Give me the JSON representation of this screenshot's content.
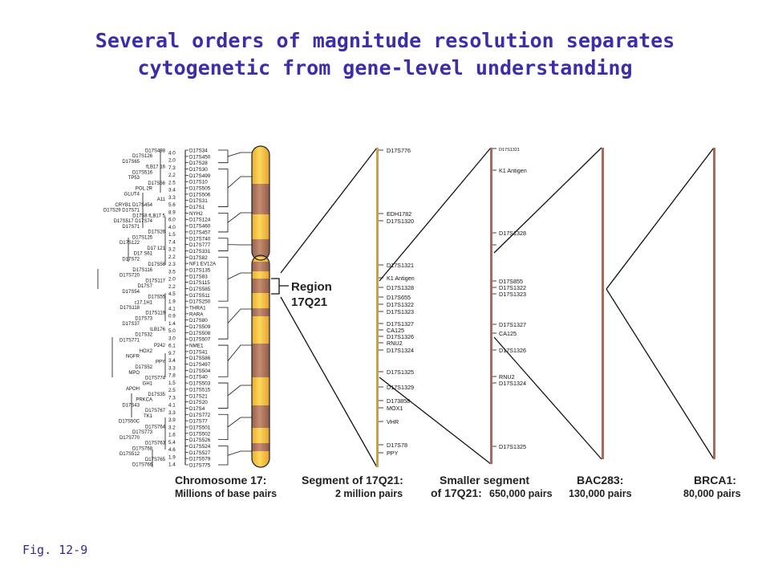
{
  "title": {
    "line1": "Several orders of magnitude resolution separates",
    "line2": "cytogenetic from gene-level understanding"
  },
  "figure_label": "Fig. 12-9",
  "colors": {
    "title": "#3a2fa8",
    "band_light": "#f9d349",
    "band_dark": "#b57a5e",
    "segment": "#c8a24a",
    "bac": "#a86b5a"
  },
  "chromosome": {
    "caption_line1": "Chromosome 17:",
    "caption_line2": "Millions of base pairs",
    "region_line1": "Region",
    "region_line2": "17Q21",
    "markers": [
      "D17S34",
      "D17S450",
      "D17S28",
      "D17S30",
      "D17S499",
      "D17S10",
      "D17S505",
      "D17S506",
      "D17S31",
      "D17S1",
      "NYH2",
      "D17S124",
      "D17S460",
      "D17S457",
      "D17S740",
      "D17S777",
      "D17S331",
      "D17S82",
      "NF1 EV12A",
      "D17S135",
      "D17S83",
      "D17S115",
      "D17S585",
      "D17S511",
      "D17S250",
      "THRA1",
      "RARA",
      "D17S80",
      "D17S509",
      "D17S508",
      "D17S507",
      "NME1",
      "D17S41",
      "D17S586",
      "D17S497",
      "D17S504",
      "D17S40",
      "D17S503",
      "D17S515",
      "D17S21",
      "D17S20",
      "D17S4",
      "D17S772",
      "D17S77",
      "D17S501",
      "D17S502",
      "D17S526",
      "D17S524",
      "D17S527",
      "D17S579",
      "D17S775"
    ],
    "distances": [
      "4.0",
      "2.0",
      "7.3",
      "2.2",
      "2.5",
      "3.4",
      "3.3",
      "5.6",
      "8.9",
      "6.0",
      "4.0",
      "1.5",
      "7.4",
      "3.2",
      "2.2",
      "2.3",
      "3.5",
      "2.0",
      "2.2",
      "4.5",
      "1.9",
      "4.1",
      "0.9",
      "1.4",
      "5.0",
      "3.0",
      "6.1",
      "9.7",
      "3.4",
      "3.3",
      "7.8",
      "1.5",
      "2.5",
      "7.3",
      "4.1",
      "3.3",
      "3.9",
      "3.2",
      "1.6",
      "5.4",
      "4.6",
      "1.9",
      "1.4"
    ],
    "genes_left": [
      "D17S498",
      "D17S126",
      "D17S65",
      "fLB17 16",
      "D17S516",
      "TP53",
      "D17S66",
      "POL 2R",
      "GLUT4",
      "A11",
      "CRYB1 D17S454",
      "D17S29 D17S71",
      "D17S8 fLB17 5",
      "D17S517 D17S74",
      "D17S71",
      "D17S26",
      "D17S125",
      "D17S122",
      "D17 121",
      "D17 S61",
      "D17S72",
      "D17S56",
      "D17S116",
      "D17S720",
      "D17S117",
      "D17S7",
      "D17S54",
      "D17S55",
      "c17.1H1",
      "D17S118",
      "D17S119",
      "D17S73",
      "D17S37",
      "ILB176",
      "D17S32",
      "D17S771",
      "P242",
      "HOX2",
      "NGFR",
      "PPY",
      "D17S52",
      "MPO",
      "D17S774",
      "GH1",
      "APOH",
      "D17S35",
      "PRKCA",
      "D17S43",
      "D17S767",
      "TK1",
      "D17S50C",
      "D17S764",
      "D17S773",
      "D17S770",
      "D17S763",
      "D17S768",
      "D17S512",
      "D17S765",
      "D17S766"
    ]
  },
  "segment": {
    "caption_line1": "Segment of 17Q21:",
    "caption_line2": "2 million pairs",
    "markers": [
      "D17S776",
      "EDH1782",
      "D17S1320",
      "D17S1321",
      "K1 Antigen",
      "D17S1328",
      "D17S655",
      "D17S1322",
      "D17S1323",
      "D17S1327",
      "CA125",
      "D17S1326",
      "RNU2",
      "D17S1324",
      "D17S1325",
      "D17S1329",
      "D173858",
      "MOX1",
      "VHR",
      "D17S78",
      "PPY"
    ]
  },
  "smaller_segment": {
    "caption_line1": "Smaller segment",
    "caption_line2": "of 17Q21:",
    "caption_line2b": "650,000 pairs",
    "markers": [
      "D17S1321",
      "K1 Antigen",
      "D17S1328",
      "D17S855",
      "D17S1322",
      "D17S1323",
      "D17S1327",
      "CA125",
      "D17S1326",
      "RNU2",
      "D17S1324",
      "D17S1325"
    ]
  },
  "bac": {
    "caption_line1": "BAC283:",
    "caption_line2": "130,000 pairs"
  },
  "brca1": {
    "caption_line1": "BRCA1:",
    "caption_line2": "80,000 pairs"
  }
}
